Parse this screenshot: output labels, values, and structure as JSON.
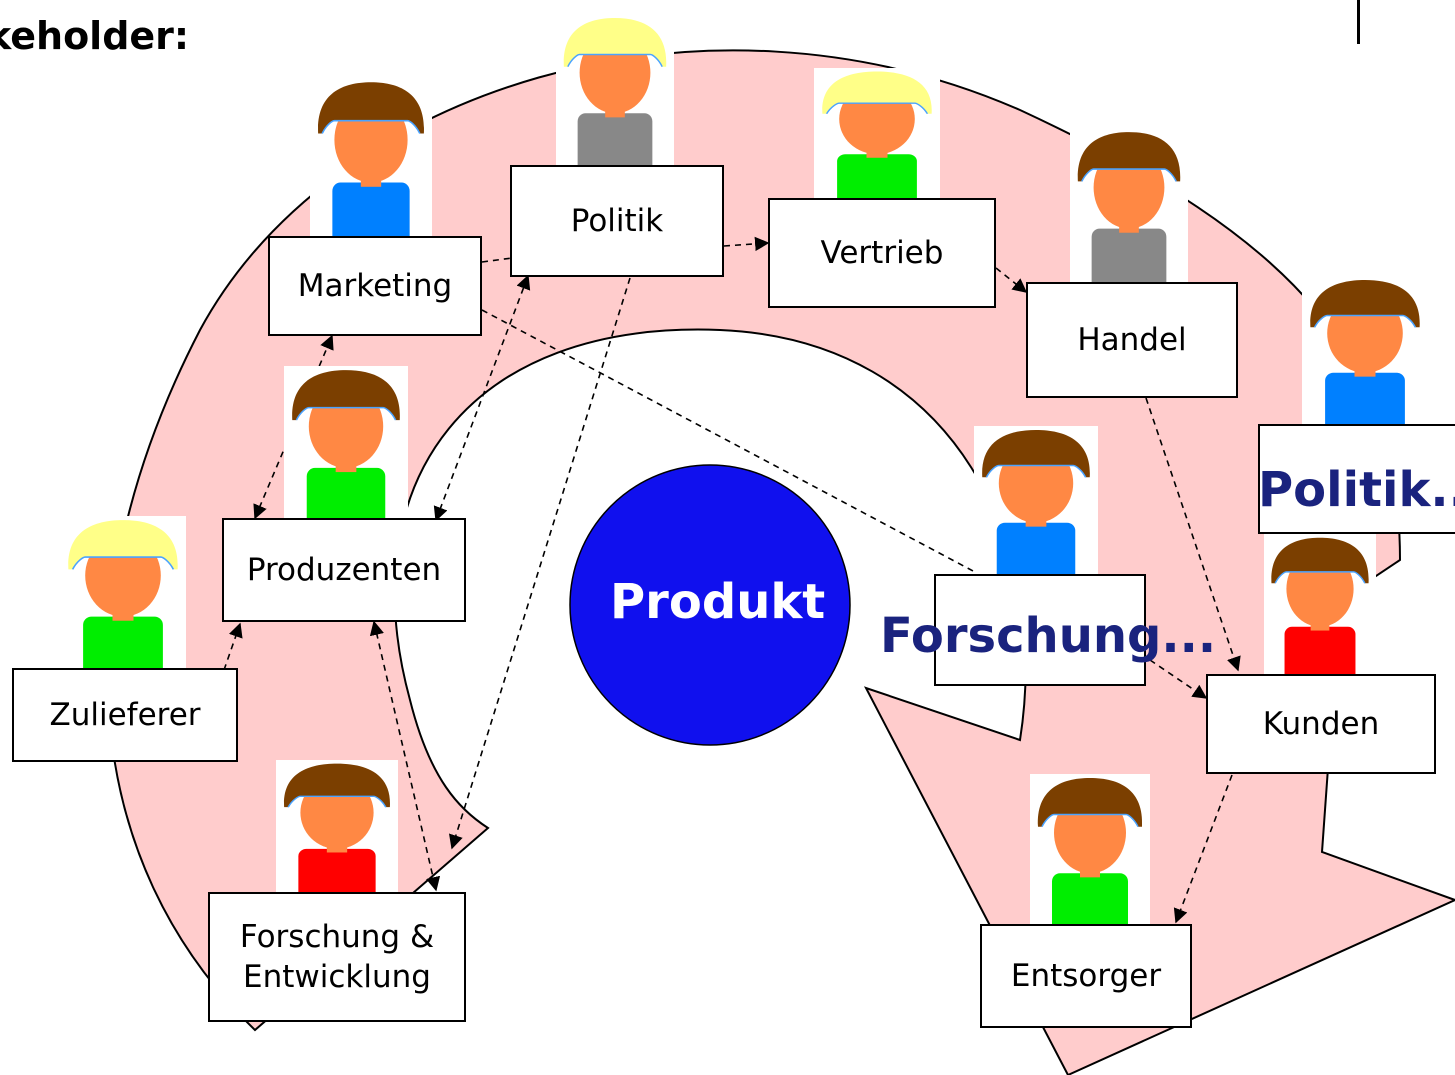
{
  "heading": "keholder:",
  "center": {
    "label": "Produkt",
    "color": "#1010ee"
  },
  "ring_color": "#ffcccc",
  "stakeholders": [
    {
      "id": "politik",
      "label": "Politik",
      "hair": "#ffff88",
      "shirt": "#888888"
    },
    {
      "id": "marketing",
      "label": "Marketing",
      "hair": "#7b3f00",
      "shirt": "#0080ff"
    },
    {
      "id": "vertrieb",
      "label": "Vertrieb",
      "hair": "#ffff88",
      "shirt": "#00ee00"
    },
    {
      "id": "handel",
      "label": "Handel",
      "hair": "#7b3f00",
      "shirt": "#888888"
    },
    {
      "id": "produzenten",
      "label": "Produzenten",
      "hair": "#7b3f00",
      "shirt": "#00ee00"
    },
    {
      "id": "zulieferer",
      "label": "Zulieferer",
      "hair": "#ffff88",
      "shirt": "#00ee00"
    },
    {
      "id": "forschung-entwicklung",
      "label": "Forschung &\nEntwicklung",
      "hair": "#7b3f00",
      "shirt": "#ff0000"
    },
    {
      "id": "forschung",
      "label": "Forschung...",
      "hair": "#7b3f00",
      "shirt": "#0080ff"
    },
    {
      "id": "politik-2",
      "label": "Politik...",
      "hair": "#7b3f00",
      "shirt": "#0080ff"
    },
    {
      "id": "kunden",
      "label": "Kunden",
      "hair": "#7b3f00",
      "shirt": "#ff0000"
    },
    {
      "id": "entsorger",
      "label": "Entsorger",
      "hair": "#7b3f00",
      "shirt": "#00ee00"
    }
  ],
  "skin_color": "#ff8844"
}
